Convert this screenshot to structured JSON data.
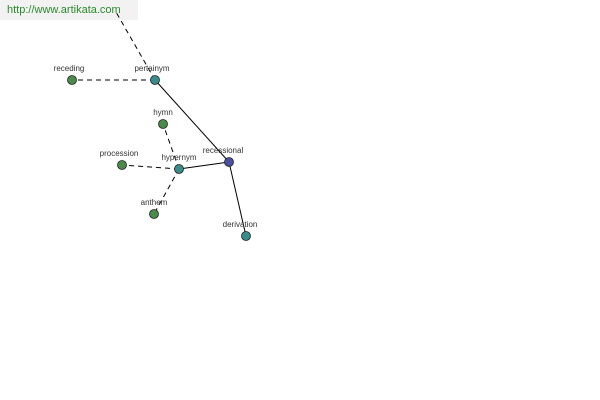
{
  "watermark": {
    "text": "http://www.artikata.com",
    "color": "#2b8a2b"
  },
  "colors": {
    "label": "#333333",
    "edge": "#000000",
    "node_stroke": "#222222"
  },
  "graph": {
    "nodes": [
      {
        "id": "recessional",
        "label": "recessional",
        "color": "#4a4fa0"
      },
      {
        "id": "pertainym",
        "label": "pertainym",
        "color": "#3a8c8c"
      },
      {
        "id": "hypernym",
        "label": "hypernym",
        "color": "#3a8c8c"
      },
      {
        "id": "derivation",
        "label": "derivation",
        "color": "#3a8c8c"
      },
      {
        "id": "receding",
        "label": "receding",
        "color": "#4a8a4a"
      },
      {
        "id": "hymn",
        "label": "hymn",
        "color": "#4a8a4a"
      },
      {
        "id": "procession",
        "label": "procession",
        "color": "#4a8a4a"
      },
      {
        "id": "anthem",
        "label": "anthem",
        "color": "#4a8a4a"
      }
    ],
    "edges": [
      {
        "from": "recessional",
        "to": "pertainym",
        "style": "solid"
      },
      {
        "from": "recessional",
        "to": "hypernym",
        "style": "solid"
      },
      {
        "from": "recessional",
        "to": "derivation",
        "style": "solid"
      },
      {
        "from": "pertainym",
        "to": "receding",
        "style": "dashed"
      },
      {
        "from": "pertainym",
        "to": "offscreen",
        "style": "dashed"
      },
      {
        "from": "hypernym",
        "to": "hymn",
        "style": "dashed"
      },
      {
        "from": "hypernym",
        "to": "procession",
        "style": "dashed"
      },
      {
        "from": "hypernym",
        "to": "anthem",
        "style": "dashed"
      }
    ]
  }
}
